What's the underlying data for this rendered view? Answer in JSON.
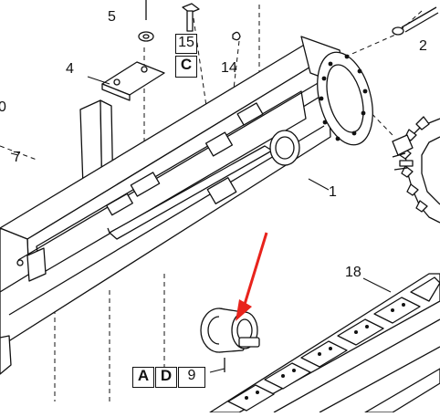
{
  "callouts": {
    "c1": "1",
    "c2": "2",
    "c4": "4",
    "c5": "5",
    "c7": "7",
    "c14": "14",
    "c18": "18",
    "c0": "0"
  },
  "ref_boxes": {
    "top": {
      "number": "15",
      "letter": "C"
    },
    "bottom": {
      "letter1": "A",
      "letter2": "D",
      "number": "9"
    }
  },
  "colors": {
    "line": "#111111",
    "arrow": "#e8231c",
    "background": "#ffffff"
  }
}
